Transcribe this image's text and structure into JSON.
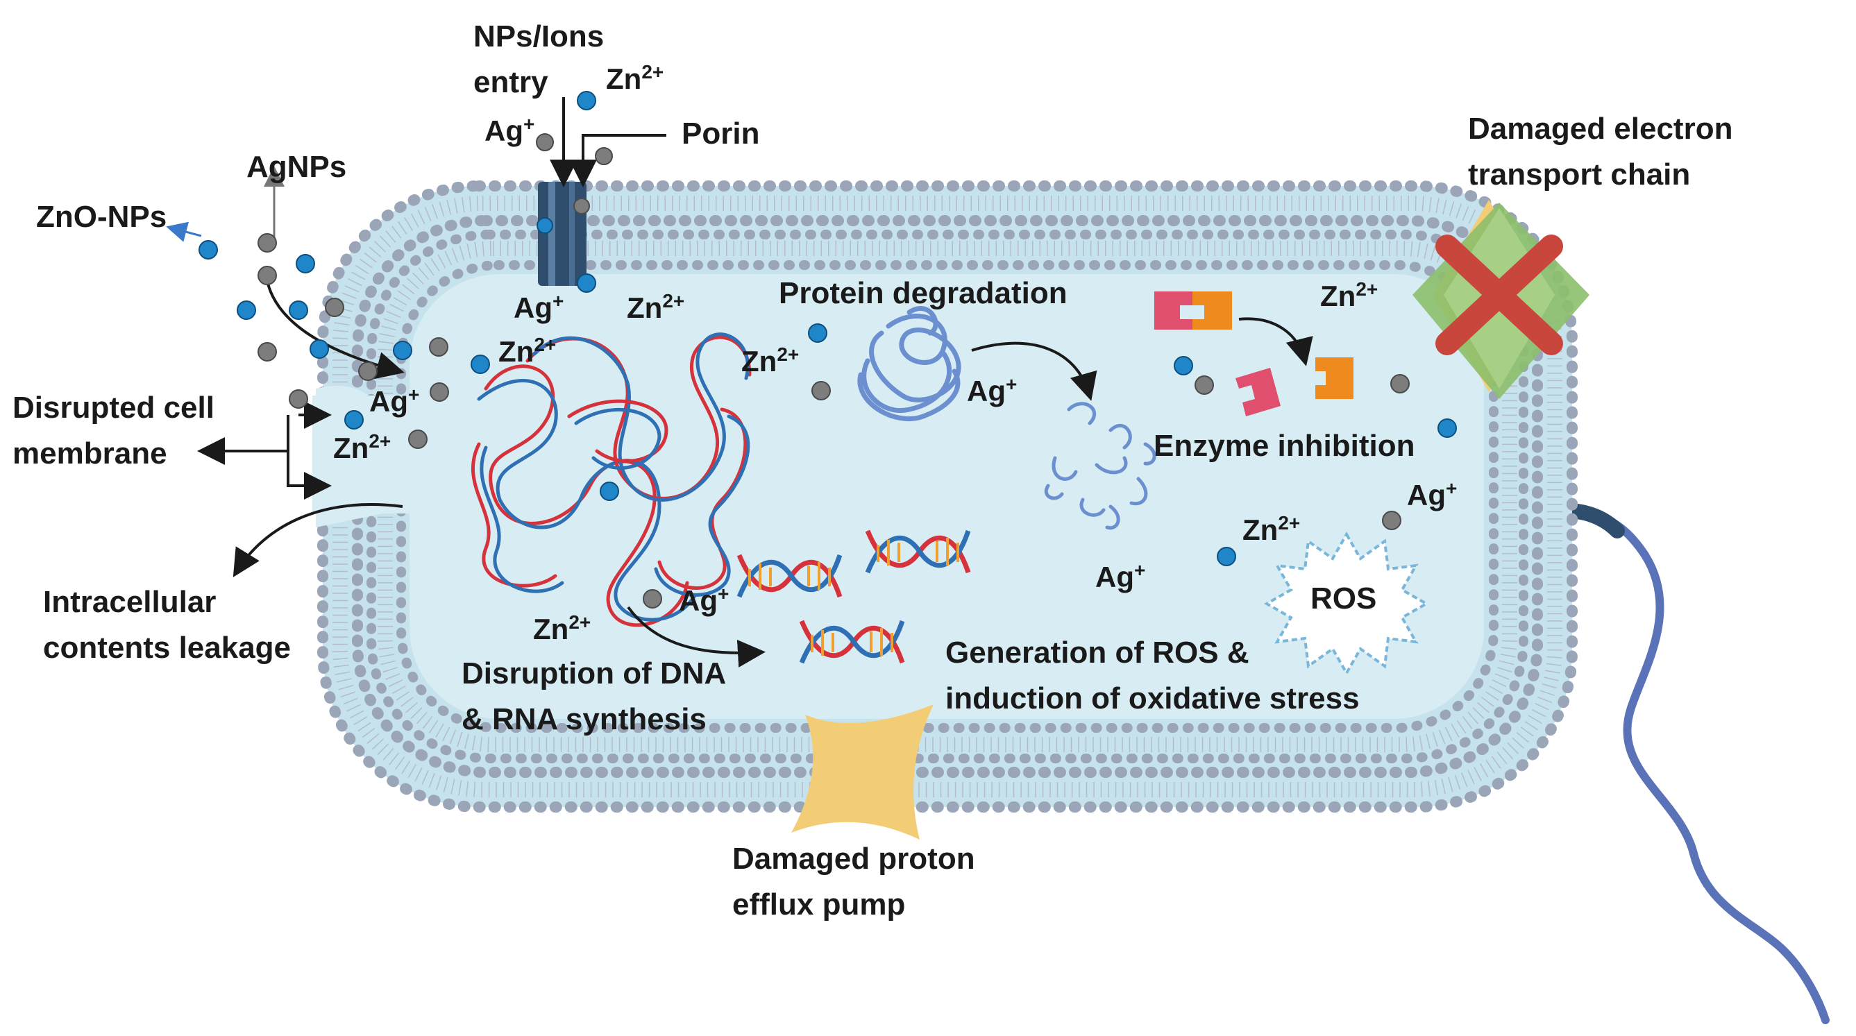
{
  "labels": {
    "nps_ions_entry": [
      "NPs/Ions",
      "entry"
    ],
    "porin": "Porin",
    "agnps": "AgNPs",
    "zno_nps": "ZnO-NPs",
    "disrupted_membrane": [
      "Disrupted cell",
      "membrane"
    ],
    "leakage": [
      "Intracellular",
      "contents leakage"
    ],
    "protein_degradation": "Protein degradation",
    "enzyme_inhibition": "Enzyme inhibition",
    "damaged_etc": [
      "Damaged electron",
      "transport chain"
    ],
    "dna_rna": [
      "Disruption of DNA",
      "& RNA synthesis"
    ],
    "ros_gen": [
      "Generation of ROS &",
      "induction of oxidative stress"
    ],
    "proton_pump": [
      "Damaged proton",
      "efflux pump"
    ],
    "ros": "ROS"
  },
  "ions": {
    "zn": {
      "base": "Zn",
      "sup": "2+"
    },
    "ag": {
      "base": "Ag",
      "sup": "+"
    }
  },
  "colors": {
    "cell_fill": "#d8edf3",
    "membrane_dot": "#9aa6b8",
    "zn_particle": "#1f86c9",
    "ag_particle": "#7d7d7d",
    "dna_red": "#d6323c",
    "dna_blue": "#2f6fb3",
    "protein": "#6b8fcf",
    "porin": "#2f4e6e",
    "pump": "#f2cd76",
    "etc_green": "#8cbf6b",
    "etc_yellow": "#f2cd76",
    "cross": "#c8463c",
    "enzyme_pink": "#e04f6e",
    "enzyme_orange": "#ef8a1e",
    "flagellum": "#5a72b8"
  }
}
